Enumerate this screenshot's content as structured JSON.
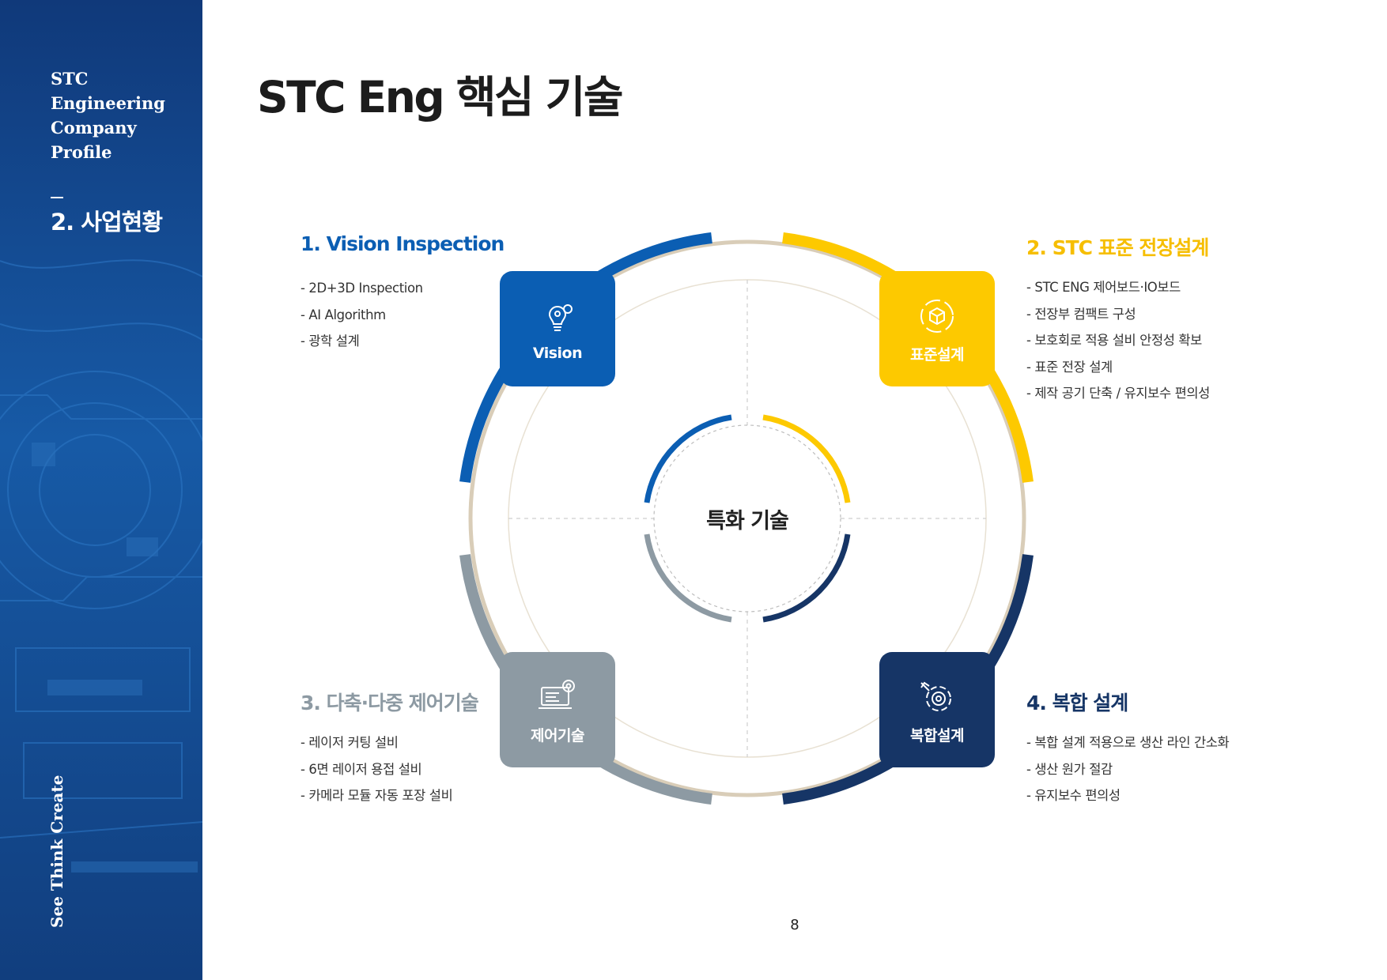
{
  "sidebar": {
    "company_lines": [
      "STC",
      "Engineering",
      "Company",
      "Profile"
    ],
    "section": "2. 사업현황",
    "slogan": "See Think Create"
  },
  "page": {
    "title": "STC Eng 핵심 기술",
    "number": "8"
  },
  "diagram": {
    "center_label": "특화 기술",
    "colors": {
      "vision": "#0b5eb3",
      "standard": "#fdc900",
      "control": "#8d9aa3",
      "complex": "#163566",
      "ring": "#d9cdb8"
    },
    "boxes": {
      "vision": {
        "label": "Vision",
        "icon": "lightbulb-gear-icon"
      },
      "standard": {
        "label": "표준설계",
        "icon": "cube-gear-icon"
      },
      "control": {
        "label": "제어기술",
        "icon": "laptop-settings-icon"
      },
      "complex": {
        "label": "복합설계",
        "icon": "wrench-gear-icon"
      }
    }
  },
  "sections": {
    "vision": {
      "title": "1. Vision Inspection",
      "items": [
        "- 2D+3D Inspection",
        "- AI Algorithm",
        "- 광학 설계"
      ]
    },
    "standard": {
      "title": "2. STC  표준 전장설계",
      "items": [
        "- STC ENG 제어보드·IO보드",
        "- 전장부 컴팩트 구성",
        "- 보호회로 적용 설비 안정성 확보",
        "- 표준 전장 설계",
        "- 제작 공기 단축 / 유지보수 편의성"
      ]
    },
    "control": {
      "title": "3. 다축·다중 제어기술",
      "items": [
        "- 레이저 커팅 설비",
        "- 6면 레이저 용접 설비",
        "- 카메라 모듈 자동 포장 설비"
      ]
    },
    "complex": {
      "title": "4. 복합 설계",
      "items": [
        "- 복합 설계 적용으로 생산 라인 간소화",
        "- 생산 원가 절감",
        "- 유지보수 편의성"
      ]
    }
  }
}
